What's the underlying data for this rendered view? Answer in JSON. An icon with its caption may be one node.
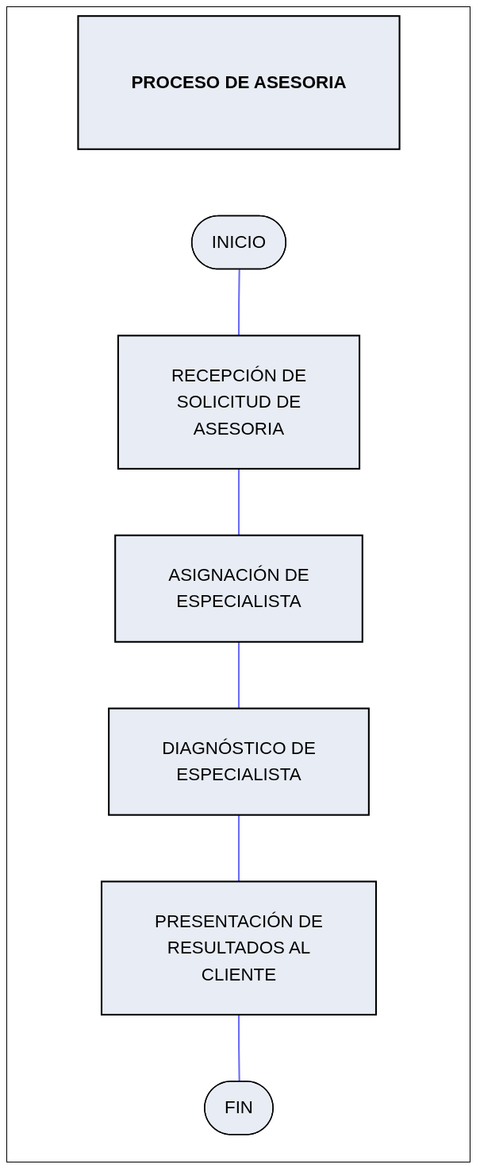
{
  "diagram": {
    "nodes": [
      {
        "text": [
          "PROCESO DE ASESORIA"
        ]
      },
      {
        "text": [
          "INICIO"
        ]
      },
      {
        "text": [
          "RECEPCIÓN DE SOLICITUD DE ASESORIA"
        ]
      },
      {
        "text": [
          "ASIGNACIÓN DE ESPECIALISTA"
        ]
      },
      {
        "text": [
          "DIAGNÓSTICO DE ESPECIALISTA"
        ]
      },
      {
        "text": [
          "PRESENTACIÓN DE RESULTADOS AL CLIENTE"
        ]
      },
      {
        "text": [
          "FIN"
        ]
      }
    ],
    "edges": [
      {
        "from": 1,
        "to": 2,
        "arrow": "none"
      },
      {
        "from": 2,
        "to": 3,
        "arrow": "none"
      },
      {
        "from": 3,
        "to": 4,
        "arrow": "none"
      },
      {
        "from": 4,
        "to": 5,
        "arrow": "none"
      },
      {
        "from": 5,
        "to": 6,
        "arrow": "none"
      }
    ]
  }
}
